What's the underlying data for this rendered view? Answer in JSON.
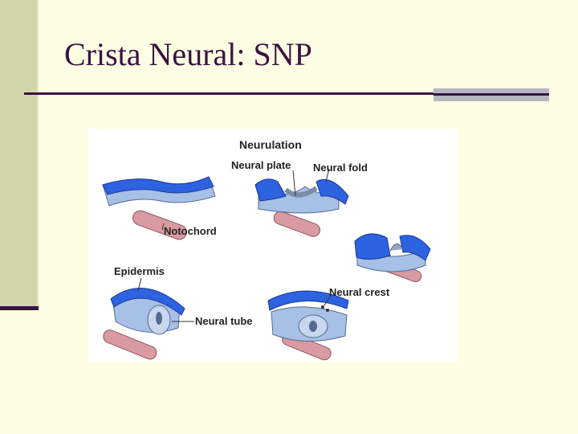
{
  "slide": {
    "title": "Crista Neural: SNP"
  },
  "diagram": {
    "heading": "Neurulation",
    "labels": {
      "neural_plate": "Neural plate",
      "neural_fold": "Neural fold",
      "notochord": "Notochord",
      "epidermis": "Epidermis",
      "neural_crest": "Neural crest",
      "neural_tube": "Neural tube"
    }
  },
  "colors": {
    "background": "#fefee4",
    "title": "#3a1340",
    "sidebar": "#d5d5ab",
    "accent_bar": "#b7b7bf",
    "ectoderm": "#2d62e0",
    "mesoderm": "#a6c0e6",
    "notochord": "#d99aa2"
  }
}
